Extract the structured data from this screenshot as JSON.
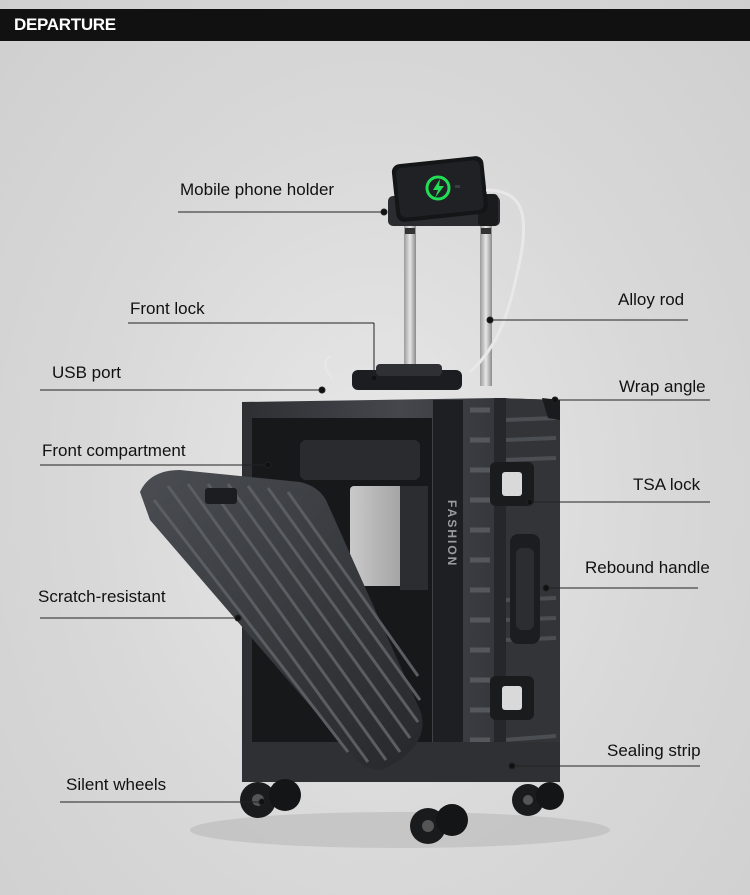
{
  "header": {
    "title": "DEPARTURE"
  },
  "phone": {
    "icon": "charging-bolt-icon",
    "accent": "#22dd55"
  },
  "product": {
    "brand_mark": "FASHION",
    "body_color": "#3a3c40",
    "frame_color": "#1e1f22"
  },
  "callouts": {
    "mobile_phone_holder": "Mobile phone holder",
    "front_lock": "Front lock",
    "alloy_rod": "Alloy rod",
    "usb_port": "USB port",
    "wrap_angle": "Wrap angle",
    "front_compartment": "Front compartment",
    "tsa_lock": "TSA lock",
    "rebound_handle": "Rebound handle",
    "scratch_resistant": "Scratch-resistant",
    "sealing_strip": "Sealing strip",
    "silent_wheels": "Silent wheels"
  }
}
